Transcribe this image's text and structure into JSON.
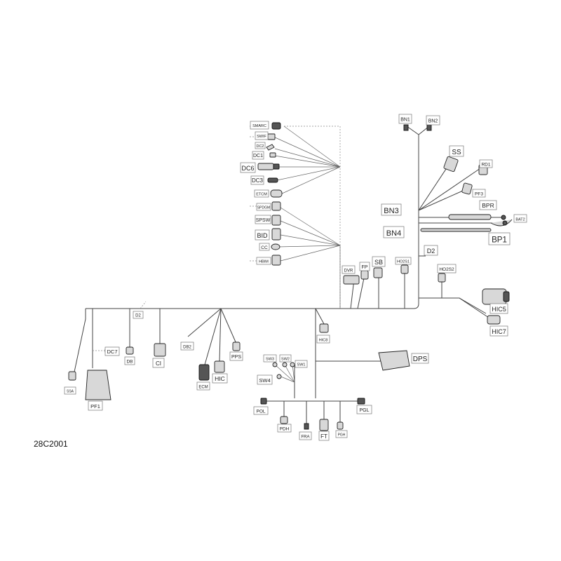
{
  "drawing_number": "28C2001",
  "labels": {
    "SMARC": "SMARC",
    "SWIF": "SWIF",
    "DC2": "DC2",
    "DC1": "DC1",
    "DC6": "DC6",
    "DC3": "DC3",
    "ETCM": "ETCM",
    "SPDGM": "SPDGM",
    "SPSW": "SPSW",
    "BID": "BID",
    "CC": "CC",
    "HBIM": "HBIM",
    "BN1": "BN1",
    "BN2": "BN2",
    "SS": "SS",
    "RD1": "RD1",
    "PF3": "PF3",
    "BN3": "BN3",
    "BPR": "BPR",
    "BAT2": "BAT2",
    "BN4": "BN4",
    "BP1": "BP1",
    "D2_top": "D2",
    "DVR": "DVR",
    "FP": "FP",
    "SB": "SB",
    "HO2S1": "HO2S1",
    "HO2S2": "HO2S2",
    "HIC5": "HIC5",
    "HIC7": "HIC7",
    "D2_left": "D2",
    "DC7": "DC7",
    "DB": "DB",
    "CI": "CI",
    "DB2": "DB2",
    "PPS": "PPS",
    "HIC8": "HIC8",
    "SSA": "SSA",
    "PF1": "PF1",
    "ECM": "ECM",
    "HIC": "HIC",
    "SW3": "SW3",
    "SW2": "SW2",
    "SW1": "SW1",
    "SW4": "SW4",
    "DPS": "DPS",
    "POL": "POL",
    "PGL": "PGL",
    "PDH": "PDH",
    "FRA": "FRA",
    "FT": "FT",
    "PGH": "PGH"
  }
}
